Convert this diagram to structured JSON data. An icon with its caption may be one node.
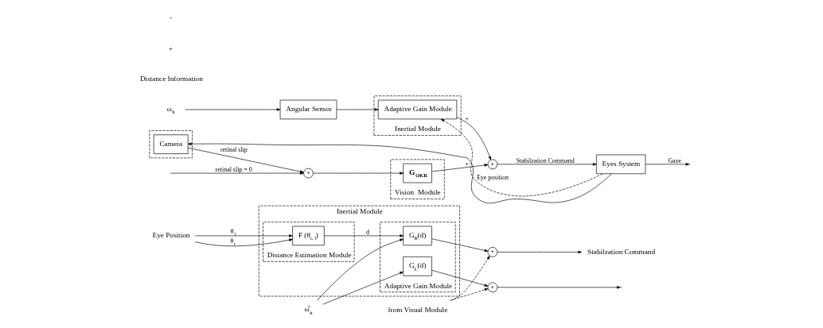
{
  "diagram": {
    "nodes": [
      {
        "text": [
          "Inertial Module"
        ]
      },
      {
        "text": [
          "Distance Estimation Module"
        ],
        "in": 0
      },
      {
        "text": [
          "F (θ$_{r, l}$)"
        ],
        "in": 1
      },
      {
        "text": [
          "Adaptive Gain Module"
        ],
        "in": 0
      },
      {
        "text": [
          "G$_{R}$(d)"
        ],
        "in": 3
      },
      {
        "text": [
          "G$_{L}$(d)"
        ],
        "in": 3
      },
      {
        "text": [
          "+"
        ]
      },
      {
        "text": [
          "+"
        ]
      },
      {
        "text": [
          "Eye Position"
        ]
      },
      {
        "text": [
          "ω̂$_{h}$"
        ]
      },
      {
        "text": [
          "Stabilzation Command"
        ]
      },
      {
        "text": [
          "from Visual Module"
        ]
      },
      {
        "text": [
          "ω$_{h}$"
        ]
      },
      {
        "text": [
          "Angular Sensor"
        ]
      },
      {
        "text": [
          "Inertial Module"
        ]
      },
      {
        "text": [
          "Adaptive Gain Module"
        ],
        "in": 14
      },
      {
        "text": [
          "+"
        ]
      },
      {
        "text": [
          "Eyes System"
        ]
      },
      {
        "text": [
          "Vision  Module"
        ]
      },
      {
        "text": [
          "G$_{OKR}$"
        ],
        "in": 18
      },
      {
        "text": [
          "+"
        ]
      },
      {
        "text": [],
        "shape": "box"
      },
      {
        "text": [
          "Camera"
        ],
        "in": 21
      }
    ],
    "edges": [
      {
        "from": 8,
        "to": 2,
        "arrow": "to",
        "label": "θ$_{l}$"
      },
      {
        "from": 8,
        "to": 2,
        "arrow": "to",
        "label": "θ$_{r}$"
      },
      {
        "from": 2,
        "to": 4,
        "arrow": "to",
        "label": "d"
      },
      {
        "from": 9,
        "to": 4,
        "arrow": "to"
      },
      {
        "from": 9,
        "to": 5,
        "arrow": "to"
      },
      {
        "from": 4,
        "to": 6,
        "arrow": "to"
      },
      {
        "from": 5,
        "to": 7,
        "arrow": "to"
      },
      {
        "from": 6,
        "to": 10,
        "arrow": "to"
      },
      {
        "from": 7,
        "to": null,
        "arrow": "to"
      },
      {
        "from": 11,
        "to": 6,
        "arrow": "to",
        "style": "dashed"
      },
      {
        "from": 11,
        "to": 7,
        "arrow": "to",
        "style": "dashed"
      },
      {
        "from": 12,
        "to": 13,
        "arrow": "to"
      },
      {
        "from": 13,
        "to": 15,
        "arrow": "to"
      },
      {
        "from": 15,
        "to": 16,
        "arrow": "to",
        "label": "+"
      },
      {
        "from": 19,
        "to": 16,
        "arrow": "to",
        "label": "+"
      },
      {
        "from": 16,
        "to": 17,
        "arrow": "to",
        "label": "Stabilzation Command"
      },
      {
        "from": 17,
        "to": null,
        "arrow": "to",
        "label": "Gaze"
      },
      {
        "from": 17,
        "to": 15,
        "arrow": "to",
        "style": "dashed",
        "label": "Eye position"
      },
      {
        "from": 17,
        "to": 22,
        "arrow": "to"
      },
      {
        "from": 22,
        "to": 20,
        "arrow": "to",
        "label": "retinal slip"
      },
      {
        "from": null,
        "to": 20,
        "arrow": "to",
        "label": "retinal slip = 0"
      },
      {
        "from": 20,
        "to": 19,
        "arrow": "to"
      }
    ],
    "labels": [
      "Distance Information",
      "+",
      "-"
    ]
  }
}
